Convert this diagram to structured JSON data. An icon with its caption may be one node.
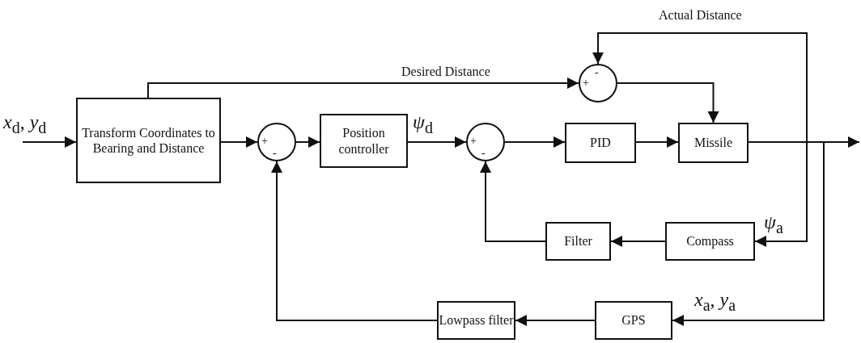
{
  "diagram": {
    "nodes": [
      {
        "text": [
          "Transform Coordinates to Bearing and Distance"
        ]
      },
      {
        "text": [
          "+",
          "-"
        ]
      },
      {
        "text": [
          "Position controller"
        ]
      },
      {
        "text": [
          "+",
          "-"
        ]
      },
      {
        "text": [
          "PID"
        ]
      },
      {
        "text": [
          "Missile"
        ]
      },
      {
        "text": [
          "-",
          "+"
        ]
      },
      {
        "text": [
          "Compass"
        ]
      },
      {
        "text": [
          "Filter"
        ]
      },
      {
        "text": [
          "GPS"
        ]
      },
      {
        "text": [
          "Lowpass filter"
        ]
      }
    ],
    "edges": [
      {
        "from": null,
        "to": 0,
        "arrow": "to",
        "label": "*x*$_{d}$, *y*$_{d}$"
      },
      {
        "from": 0,
        "to": 1,
        "arrow": "to"
      },
      {
        "from": 1,
        "to": 2,
        "arrow": "to"
      },
      {
        "from": 2,
        "to": 3,
        "arrow": "to",
        "label": "*ψ*$_{d}$"
      },
      {
        "from": 3,
        "to": 4,
        "arrow": "to"
      },
      {
        "from": 4,
        "to": 5,
        "arrow": "to"
      },
      {
        "from": 0,
        "to": 6,
        "arrow": "to",
        "label": "Desired Distance"
      },
      {
        "from": 6,
        "to": 5,
        "arrow": "to"
      },
      {
        "from": 5,
        "to": null,
        "arrow": "to"
      },
      {
        "from": 5,
        "to": 6,
        "arrow": "to",
        "label": "Actual Distance"
      },
      {
        "from": 5,
        "to": 7,
        "arrow": "to",
        "label": "*ψ*$_{a}$"
      },
      {
        "from": 7,
        "to": 8,
        "arrow": "to"
      },
      {
        "from": 8,
        "to": 3,
        "arrow": "to"
      },
      {
        "from": 5,
        "to": 9,
        "arrow": "to",
        "label": "*x*$_{a}$, *y*$_{a}$"
      },
      {
        "from": 9,
        "to": 10,
        "arrow": "to"
      },
      {
        "from": 10,
        "to": 1,
        "arrow": "to"
      }
    ]
  }
}
